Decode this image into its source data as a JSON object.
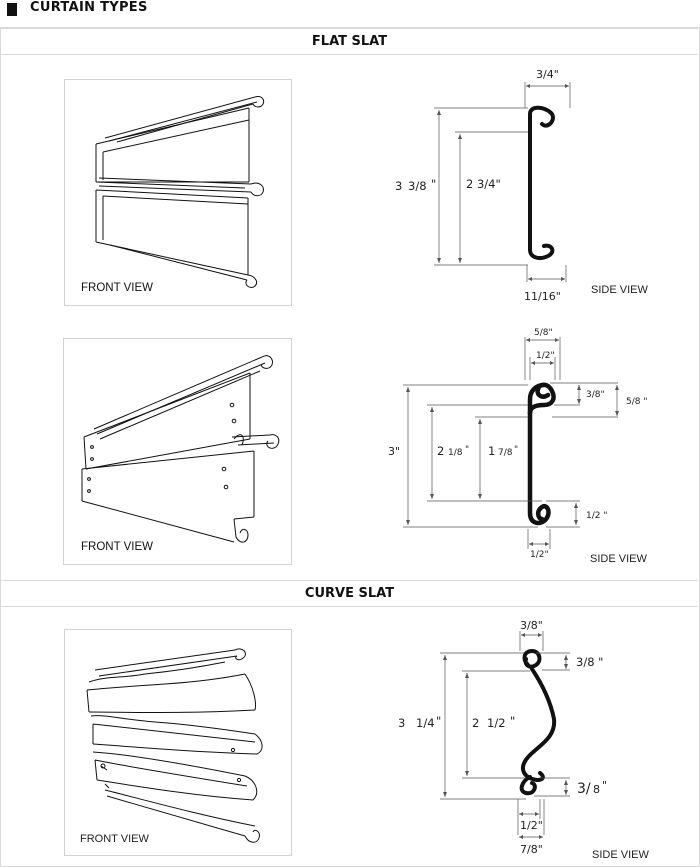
{
  "header": {
    "title": "CURTAIN TYPES"
  },
  "sections": {
    "flat": {
      "title": "FLAT SLAT"
    },
    "curve": {
      "title": "CURVE SLAT"
    }
  },
  "flat1": {
    "front_label": "FRONT VIEW",
    "side_label": "SIDE VIEW",
    "dims": {
      "width_top": "3/4\"",
      "height_overall_whole": "3",
      "height_overall_frac": "3/8",
      "height_overall_unit": "\"",
      "height_inner": "2 3/4\"",
      "width_bottom": "11/16\""
    }
  },
  "flat2": {
    "front_label": "FRONT VIEW",
    "side_label": "SIDE VIEW",
    "dims": {
      "top_outer": "5/8\"",
      "top_inner": "1/2\"",
      "hook_a": "3/8\"",
      "hook_b": "5/8 \"",
      "height_overall": "3\"",
      "height_mid_whole": "2",
      "height_mid_frac": "1/8",
      "height_mid_unit": "\"",
      "height_inner_whole": "1",
      "height_inner_frac": "7/8",
      "height_inner_unit": "\"",
      "bottom_hook": "1/2 \"",
      "bottom_width": "1/2\""
    }
  },
  "curve": {
    "front_label": "FRONT VIEW",
    "side_label": "SIDE VIEW",
    "dims": {
      "top_width": "3/8\"",
      "top_hook": "3/8 \"",
      "height_overall_whole": "3",
      "height_overall_frac": "1/4",
      "height_overall_unit": "\"",
      "height_inner_whole": "2",
      "height_inner_frac": "1/2",
      "height_inner_unit": "\"",
      "bottom_hook_whole": "3/",
      "bottom_hook_frac": "8",
      "bottom_hook_unit": "\"",
      "bottom_inner": "1/2\"",
      "bottom_outer": "7/8\""
    }
  },
  "colors": {
    "line": "#111111",
    "dim_line": "#444444",
    "box_border": "#d2d2d2",
    "divider": "#d9d9d9"
  }
}
